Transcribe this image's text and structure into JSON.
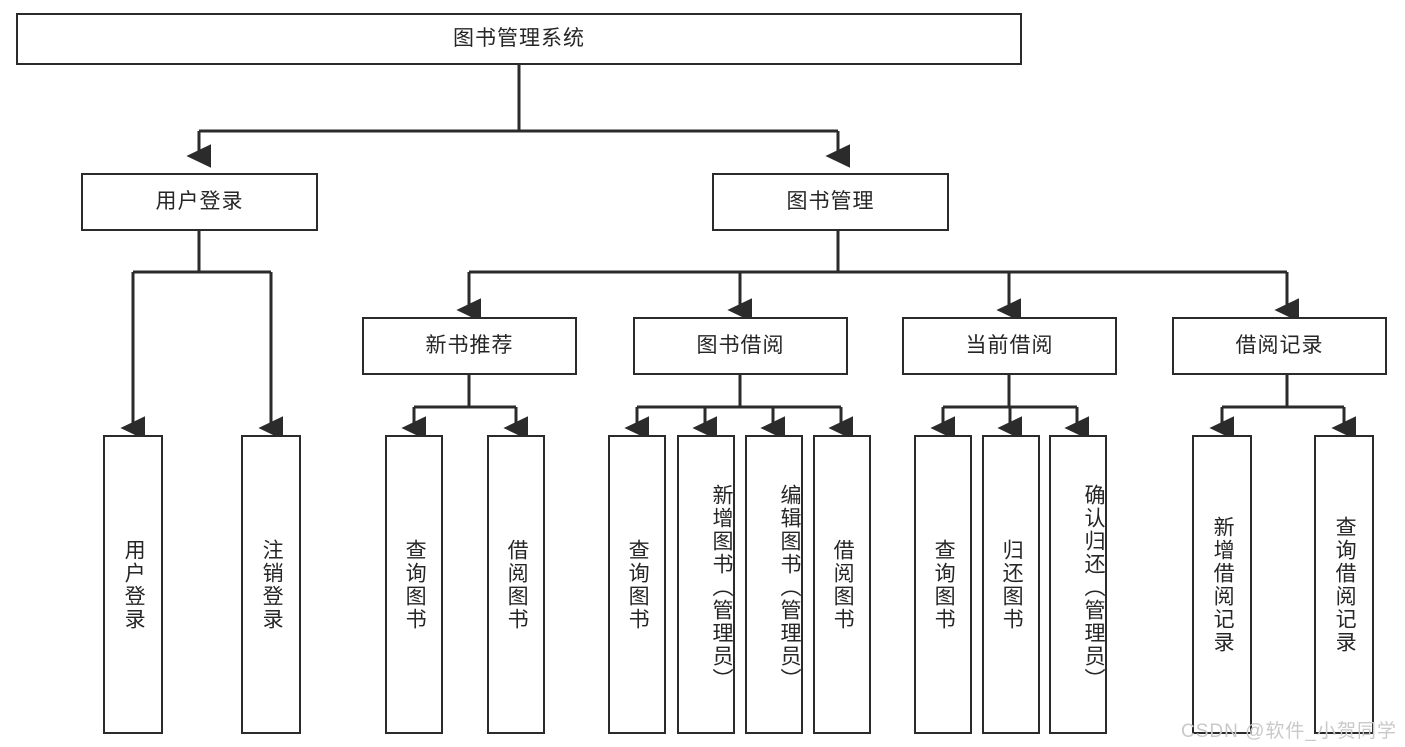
{
  "diagram": {
    "type": "tree",
    "title": "图书管理系统",
    "root": {
      "label": "图书管理系统"
    },
    "level2": [
      {
        "label": "用户登录"
      },
      {
        "label": "图书管理"
      }
    ],
    "level3": [
      {
        "label": "新书推荐"
      },
      {
        "label": "图书借阅"
      },
      {
        "label": "当前借阅"
      },
      {
        "label": "借阅记录"
      }
    ],
    "leaves": {
      "user_login": [
        {
          "label": "用户登录"
        },
        {
          "label": "注销登录"
        }
      ],
      "new_book_recommend": [
        {
          "label": "查询图书"
        },
        {
          "label": "借阅图书"
        }
      ],
      "book_borrow": [
        {
          "label": "查询图书"
        },
        {
          "label": "新增图书（管理员）"
        },
        {
          "label": "编辑图书（管理员）"
        },
        {
          "label": "借阅图书"
        }
      ],
      "current_borrow": [
        {
          "label": "查询图书"
        },
        {
          "label": "归还图书"
        },
        {
          "label": "确认归还（管理员）"
        }
      ],
      "borrow_records": [
        {
          "label": "新增借阅记录"
        },
        {
          "label": "查询借阅记录"
        }
      ]
    }
  },
  "watermark": {
    "text": "CSDN @软件_小贺同学"
  },
  "colors": {
    "stroke": "#2b2b2b",
    "text": "#262626",
    "background": "#ffffff",
    "watermark": "#c9c9c9"
  }
}
